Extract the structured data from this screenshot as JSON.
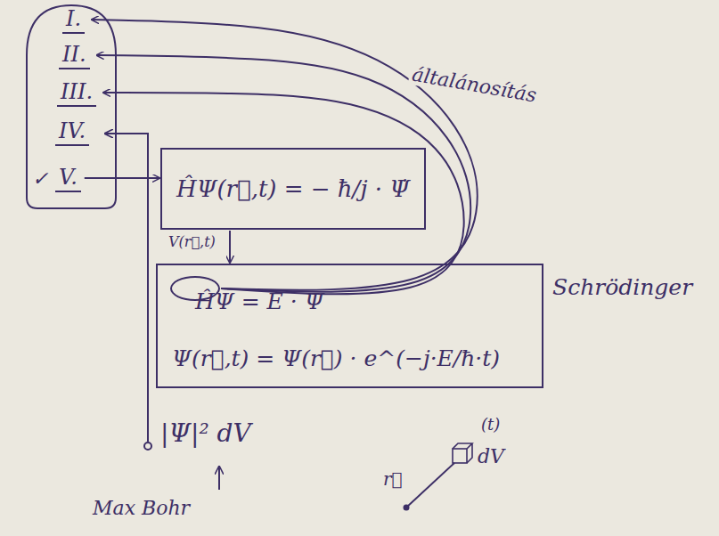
{
  "diagram": {
    "nodes": [
      {
        "text": [
          "I."
        ]
      },
      {
        "text": [
          "II."
        ]
      },
      {
        "text": [
          "III."
        ]
      },
      {
        "text": [
          "IV."
        ]
      },
      {
        "text": [
          "V."
        ]
      },
      {
        "text": [
          "ĤΨ(r⃗,t) = − ħ/j · Ψ̇"
        ]
      },
      {
        "text": [
          "Schrödinger",
          "Ψ(r⃗,t) = Ψ(r⃗) · e^(−j·E/ħ·t)"
        ]
      },
      {
        "text": [
          "ĤΨ = E · Ψ"
        ],
        "in": 6
      }
    ],
    "edges": [
      {
        "from": 4,
        "to": 5,
        "arrow": "to"
      },
      {
        "from": 5,
        "to": 6,
        "label": "V(r⃗,t)",
        "arrow": "to"
      },
      {
        "from": 7,
        "to": 0,
        "label": "általánosítás",
        "arrow": "to"
      },
      {
        "from": 7,
        "to": 1,
        "arrow": "to"
      },
      {
        "from": 7,
        "to": 2,
        "arrow": "to"
      }
    ],
    "labels": [
      "✓",
      "|Ψ|² dV",
      "Max Bohr",
      "(t)",
      "r⃗",
      "dV"
    ]
  }
}
